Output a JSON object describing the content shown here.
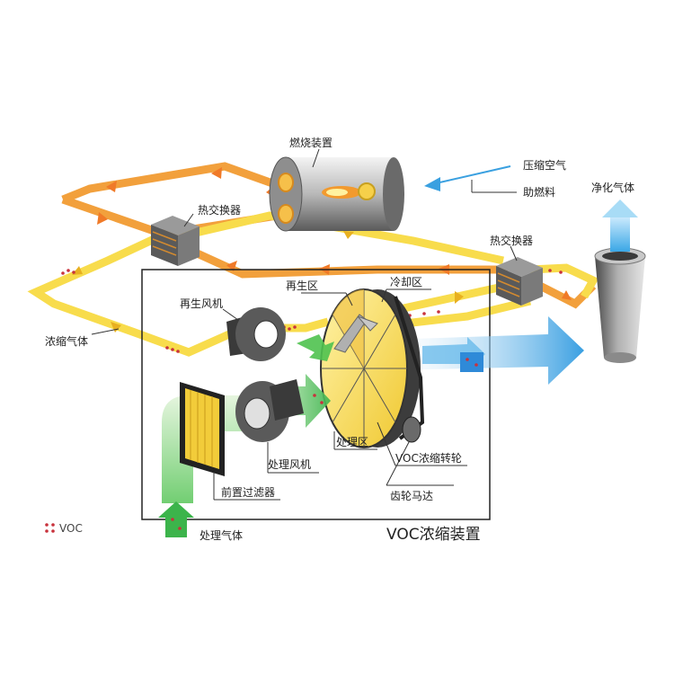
{
  "labels": {
    "combustion": "燃烧装置",
    "compressed_air": "压缩空气",
    "aux_fuel": "助燃料",
    "clean_gas": "净化气体",
    "heat_exchanger_left": "热交换器",
    "heat_exchanger_right": "热交换器",
    "regen_zone": "再生区",
    "cooling_zone": "冷却区",
    "regen_fan": "再生风机",
    "concentrated_gas": "浓缩气体",
    "process_zone": "处理区",
    "process_fan": "处理风机",
    "voc_wheel": "VOC浓缩转轮",
    "prefilter": "前置过滤器",
    "gear_motor": "齿轮马达",
    "process_gas": "处理气体",
    "legend_voc": "VOC",
    "device_title": "VOC浓缩装置"
  },
  "colors": {
    "hot_duct": "#f2a03c",
    "warm_duct": "#f8dc4c",
    "clean_flow": "#5ab4e8",
    "process_flow": "#8fd48a",
    "voc_dot": "#c8323c",
    "wheel": "#f4d850"
  },
  "icons": {
    "combustion": "cylinder-burner-icon",
    "heat_exchanger": "cube-exchanger-icon",
    "fan": "blower-fan-icon",
    "stack": "chimney-stack-icon",
    "filter": "panel-filter-icon",
    "wheel": "rotor-wheel-icon"
  }
}
